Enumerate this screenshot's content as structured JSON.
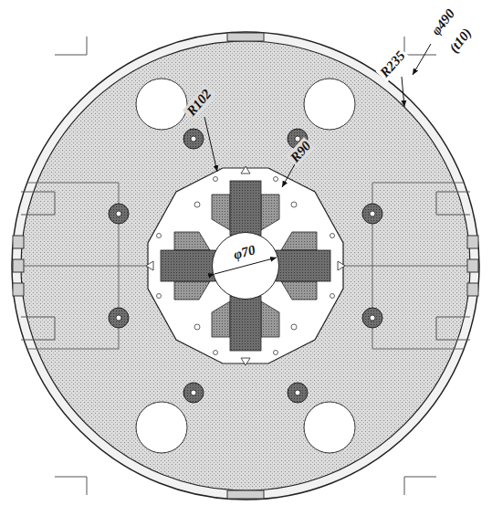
{
  "diagram": {
    "labels": [
      "φ490",
      "(t10)",
      "R235",
      "R102",
      "R90",
      "φ70"
    ]
  }
}
